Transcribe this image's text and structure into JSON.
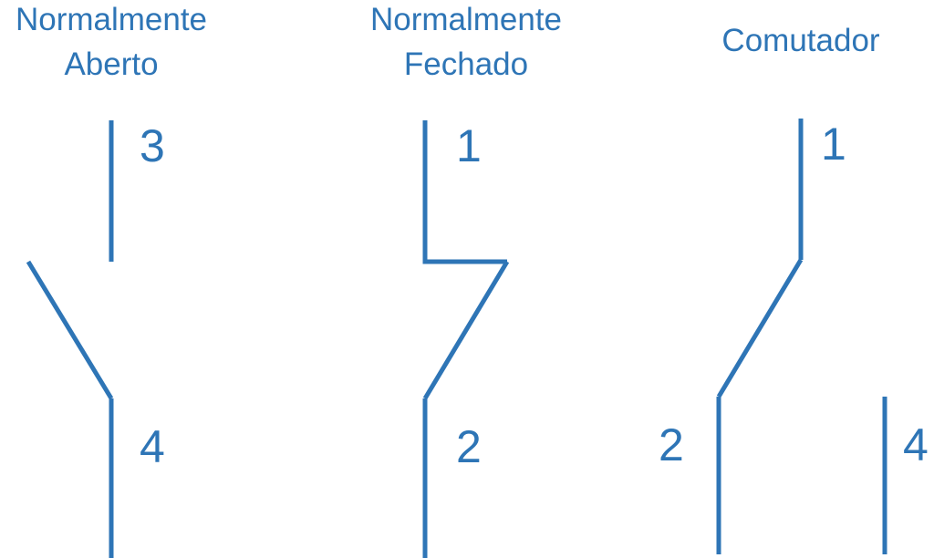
{
  "colors": {
    "stroke": "#2e75b6"
  },
  "switches": {
    "normally_open": {
      "title_line1": "Normalmente",
      "title_line2": "Aberto",
      "terminal_top": "3",
      "terminal_bottom": "4"
    },
    "normally_closed": {
      "title_line1": "Normalmente",
      "title_line2": "Fechado",
      "terminal_top": "1",
      "terminal_bottom": "2"
    },
    "changeover": {
      "title": "Comutador",
      "terminal_top": "1",
      "terminal_left": "2",
      "terminal_right": "4"
    }
  }
}
